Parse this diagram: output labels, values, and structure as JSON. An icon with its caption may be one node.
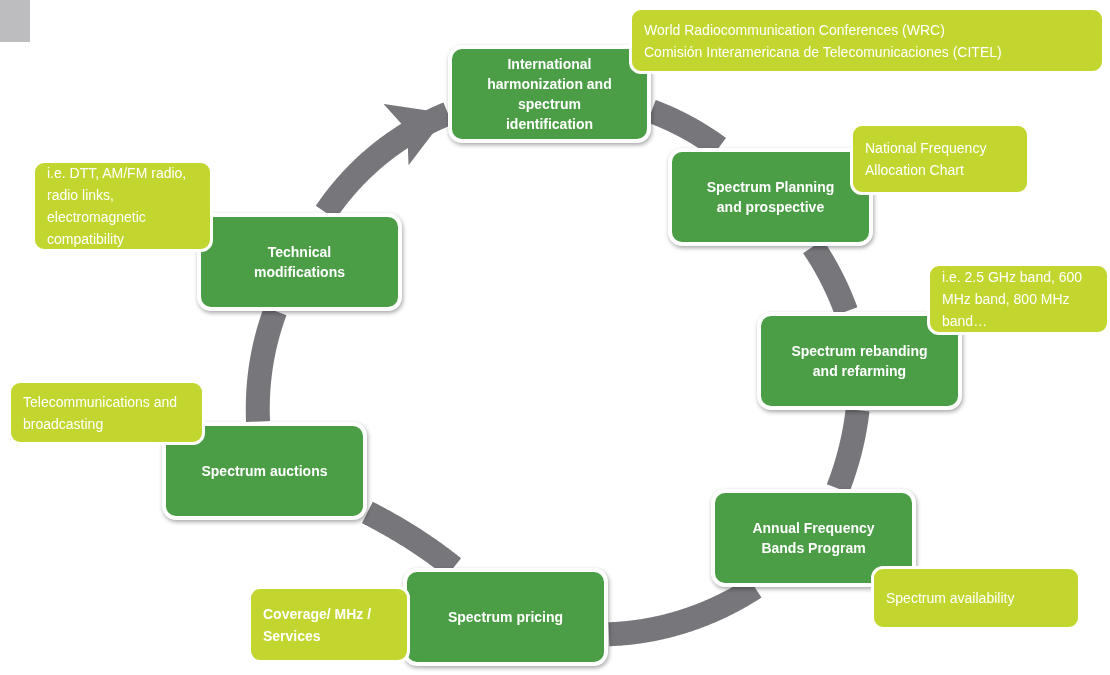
{
  "diagram": {
    "nodes": [
      {
        "text": [
          "International harmonization and spectrum identification"
        ]
      },
      {
        "text": [
          "Spectrum Planning and prospective"
        ]
      },
      {
        "text": [
          "Spectrum rebanding and refarming"
        ]
      },
      {
        "text": [
          "Annual Frequency Bands Program"
        ]
      },
      {
        "text": [
          "Spectrum pricing"
        ]
      },
      {
        "text": [
          "Spectrum auctions"
        ]
      },
      {
        "text": [
          "Technical modifications"
        ]
      },
      {
        "text": [
          "World Radiocommunication Conferences (WRC)",
          "Comisión Interamericana de Telecomunicaciones (CITEL)"
        ]
      },
      {
        "text": [
          "National Frequency Allocation Chart"
        ]
      },
      {
        "text": [
          "i.e. 2.5 GHz band, 600 MHz band, 800 MHz band…"
        ]
      },
      {
        "text": [
          "Spectrum availability"
        ]
      },
      {
        "text": [
          "Coverage/ MHz / Services"
        ]
      },
      {
        "text": [
          "Telecommunications and broadcasting"
        ]
      },
      {
        "text": [
          "i.e. DTT, AM/FM radio, radio links, electromagnetic compatibility"
        ]
      }
    ],
    "edges": [
      {
        "from": 0,
        "to": 1,
        "arrow": "none"
      },
      {
        "from": 1,
        "to": 2,
        "arrow": "none"
      },
      {
        "from": 2,
        "to": 3,
        "arrow": "none"
      },
      {
        "from": 3,
        "to": 4,
        "arrow": "none"
      },
      {
        "from": 4,
        "to": 5,
        "arrow": "none"
      },
      {
        "from": 5,
        "to": 6,
        "arrow": "none"
      },
      {
        "from": 6,
        "to": 0,
        "arrow": "to"
      }
    ]
  }
}
